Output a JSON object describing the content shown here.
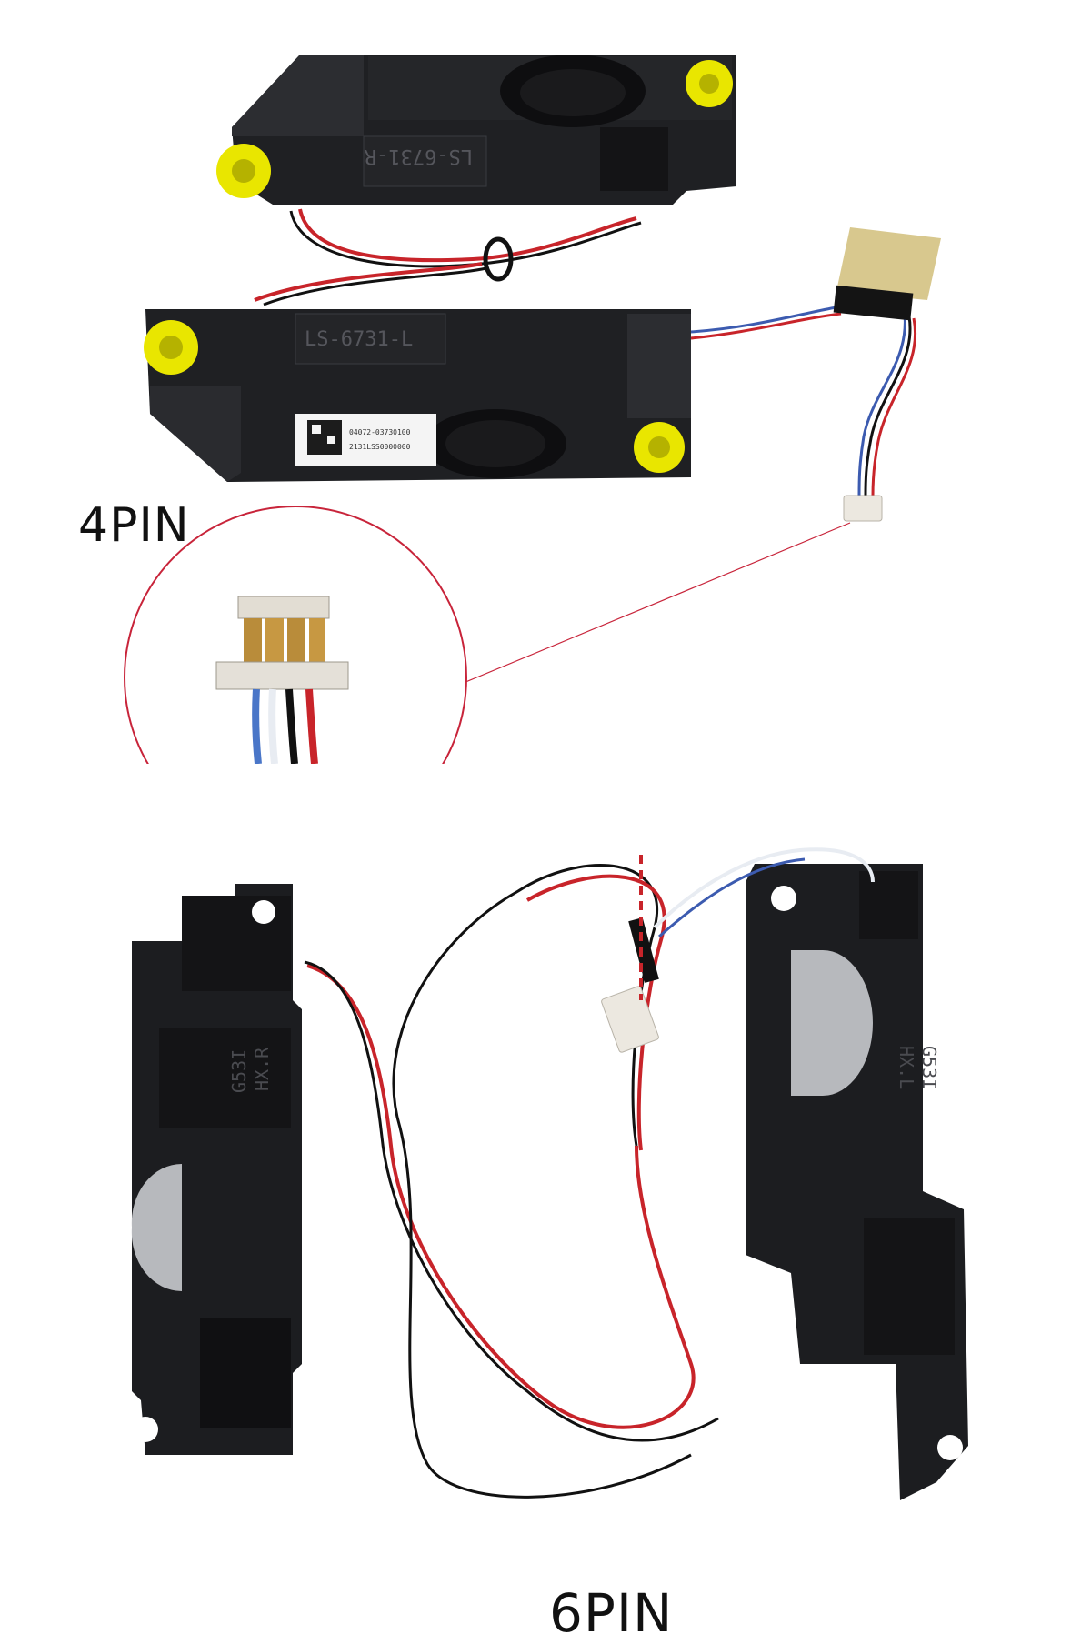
{
  "top_panel": {
    "connector_label": "4PIN",
    "speaker_right_marking": "LS-6731-R",
    "speaker_left_marking": "LS-6731-L",
    "sticker_line1": "04072-03730100",
    "sticker_line2": "2131LSS0000000"
  },
  "bottom_panel": {
    "connector_label": "6PIN",
    "speaker_right_marking_1": "G53I",
    "speaker_right_marking_2": "HX.R",
    "speaker_left_marking_1": "G53I",
    "speaker_left_marking_2": "HX.L"
  },
  "colors": {
    "speaker_body": "#1e1f22",
    "yellow_grommet": "#e9e600",
    "wire_red": "#c8242a",
    "wire_black": "#111111",
    "wire_blue": "#3c5bb0",
    "wire_white": "#e8ecf2",
    "callout_circle": "#c8243a"
  }
}
